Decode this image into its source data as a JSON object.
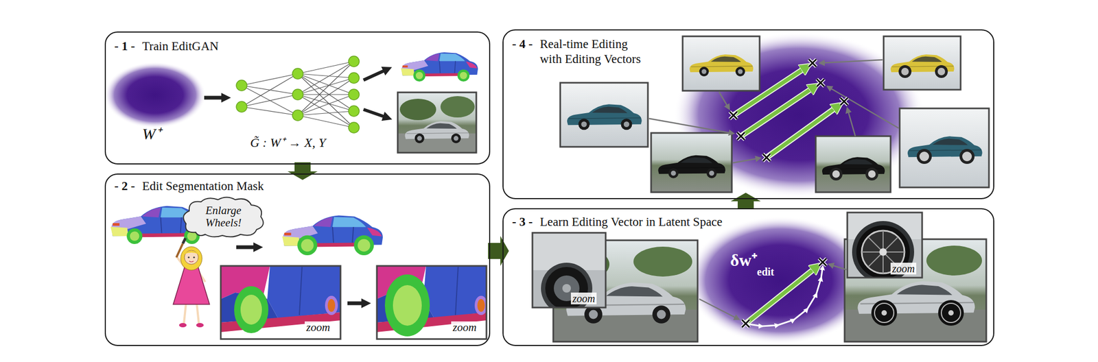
{
  "diagram": {
    "nodes": [
      {
        "text": [
          "- 1 -",
          "Train EditGAN"
        ]
      },
      {
        "text": [
          "- 2 -",
          "Edit Segmentation Mask"
        ]
      },
      {
        "text": [
          "Enlarge Wheels!"
        ],
        "in": 1
      },
      {
        "text": [
          "- 3 -",
          "Learn Editing Vector in Latent Space"
        ]
      },
      {
        "text": [
          "- 4 -",
          "Real-time Editing with Editing Vectors"
        ]
      }
    ],
    "edges": [
      {
        "from": 0,
        "to": 1,
        "arrow": "to"
      },
      {
        "from": 1,
        "to": 3,
        "arrow": "to"
      },
      {
        "from": 3,
        "to": 4,
        "arrow": "to"
      }
    ],
    "labels": [
      "W⁺",
      "G̃ : W⁺ → X, Y",
      "zoom",
      "zoom",
      "δw⁺",
      "edit",
      "zoom",
      "zoom"
    ]
  }
}
